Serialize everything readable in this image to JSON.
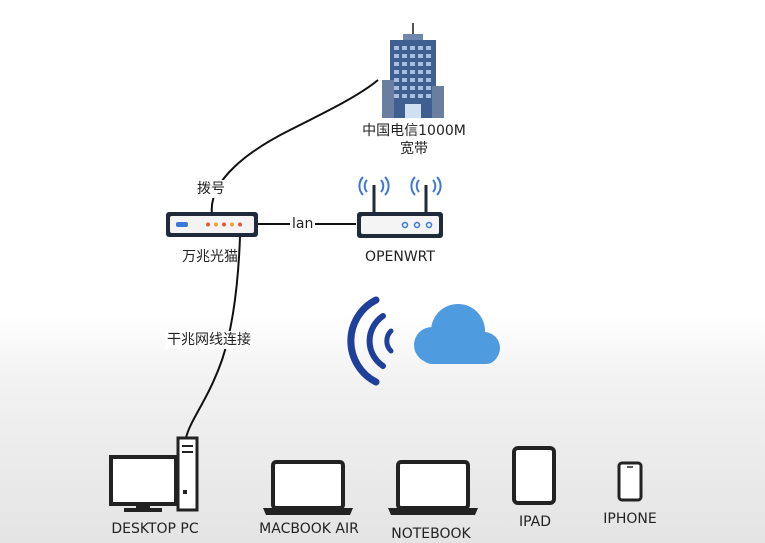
{
  "nodes": {
    "isp": {
      "line1": "中国电信1000M",
      "line2": "宽带"
    },
    "modem": {
      "label": "万兆光猫"
    },
    "router": {
      "label": "OPENWRT"
    }
  },
  "edges": {
    "dial": "拨号",
    "lan": "lan",
    "gigabit": "干兆网线连接"
  },
  "devices": {
    "desktop": "DESKTOP PC",
    "macbook": "MACBOOK AIR",
    "notebook": "NOTEBOOK",
    "ipad": "IPAD",
    "iphone": "IPHONE"
  },
  "colors": {
    "wifi_blue": "#1e3f9a",
    "cloud_blue": "#4f9be0",
    "modem_dark": "#1f2a3a",
    "building_blue": "#3f5f90"
  }
}
